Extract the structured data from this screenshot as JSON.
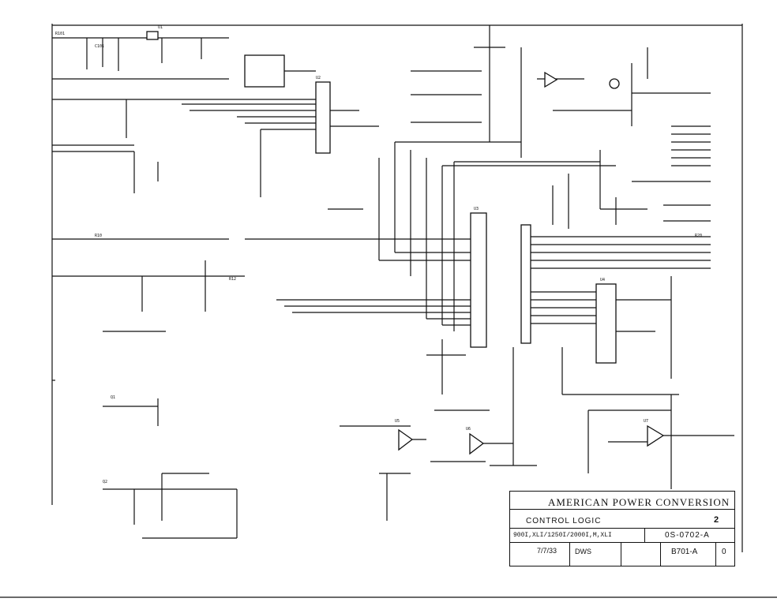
{
  "title_block": {
    "company": "AMERICAN POWER CONVERSION",
    "title": "CONTROL LOGIC",
    "sheet": "2",
    "models": "900I,XLI/1250I/2000I,M,XLI",
    "doc_number": "0S-0702-A",
    "date": "7/7/33",
    "drawn_by": "DWS",
    "drawing_number": "B701-A",
    "revision": "0"
  }
}
